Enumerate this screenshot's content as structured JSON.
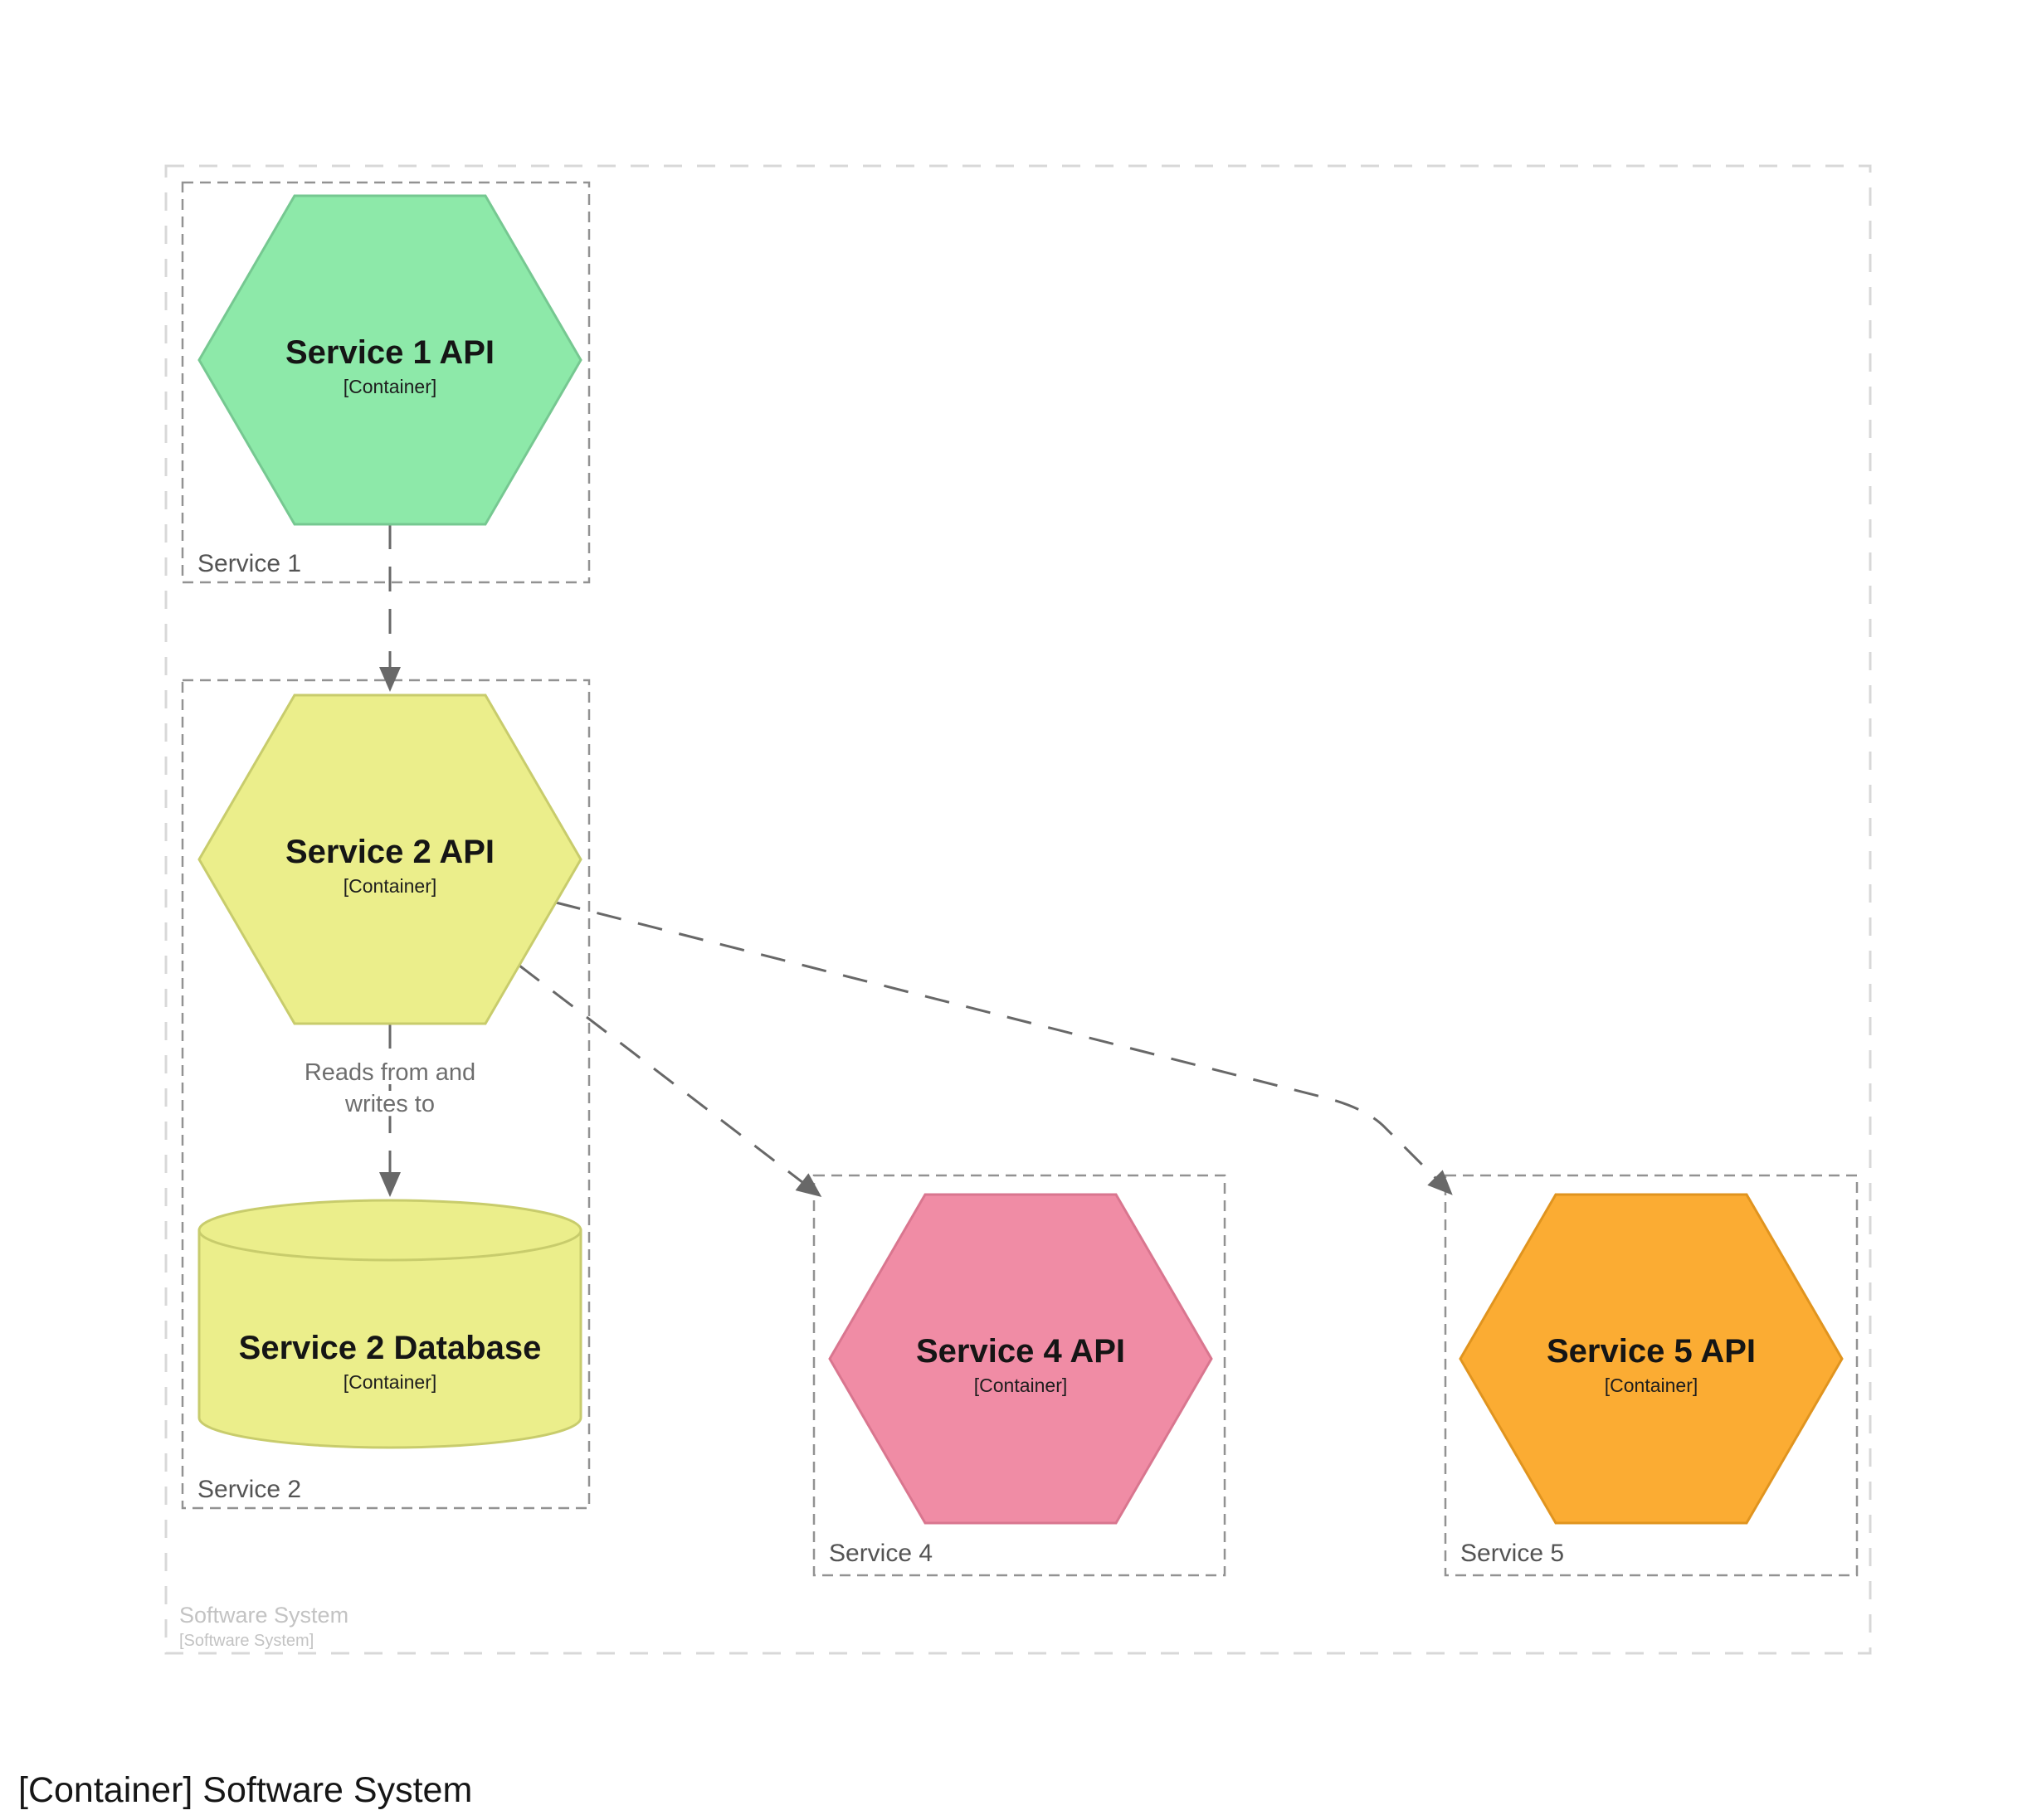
{
  "caption": "[Container] Software System",
  "boundary": {
    "title": "Software System",
    "subtitle": "[Software System]"
  },
  "groups": {
    "s1": {
      "label": "Service 1"
    },
    "s2": {
      "label": "Service 2"
    },
    "s4": {
      "label": "Service 4"
    },
    "s5": {
      "label": "Service 5"
    }
  },
  "nodes": {
    "s1_api": {
      "title": "Service 1 API",
      "meta": "[Container]",
      "shape": "hexagon"
    },
    "s2_api": {
      "title": "Service 2 API",
      "meta": "[Container]",
      "shape": "hexagon"
    },
    "s2_db": {
      "title": "Service 2 Database",
      "meta": "[Container]",
      "shape": "cylinder"
    },
    "s4_api": {
      "title": "Service 4 API",
      "meta": "[Container]",
      "shape": "hexagon"
    },
    "s5_api": {
      "title": "Service 5 API",
      "meta": "[Container]",
      "shape": "hexagon"
    }
  },
  "relationships": {
    "s1_to_s2": {
      "from": "Service 1 API",
      "to": "Service 2 API",
      "label": ""
    },
    "s2_to_db": {
      "from": "Service 2 API",
      "to": "Service 2 Database",
      "label_lines": [
        "Reads from and",
        "writes to"
      ]
    },
    "s2_to_s4": {
      "from": "Service 2 API",
      "to": "Service 4 API",
      "label": ""
    },
    "s2_to_s5": {
      "from": "Service 2 API",
      "to": "Service 5 API",
      "label": ""
    }
  },
  "colors": {
    "s1_fill": "#8DE9A9",
    "s1_stroke": "#76C891",
    "s2_fill": "#EBEE8B",
    "s2_stroke": "#C8CC6C",
    "s4_fill": "#F08CA5",
    "s4_stroke": "#D9768F",
    "s5_fill": "#FBAC33",
    "s5_stroke": "#E0941F",
    "arrow": "#686868",
    "group_border": "#929292",
    "boundary_border": "#D8D8D8",
    "boundary_label": "#C3C3C3",
    "group_label": "#545454",
    "relationship_label": "#6E6E6E",
    "caption": "#161616"
  }
}
